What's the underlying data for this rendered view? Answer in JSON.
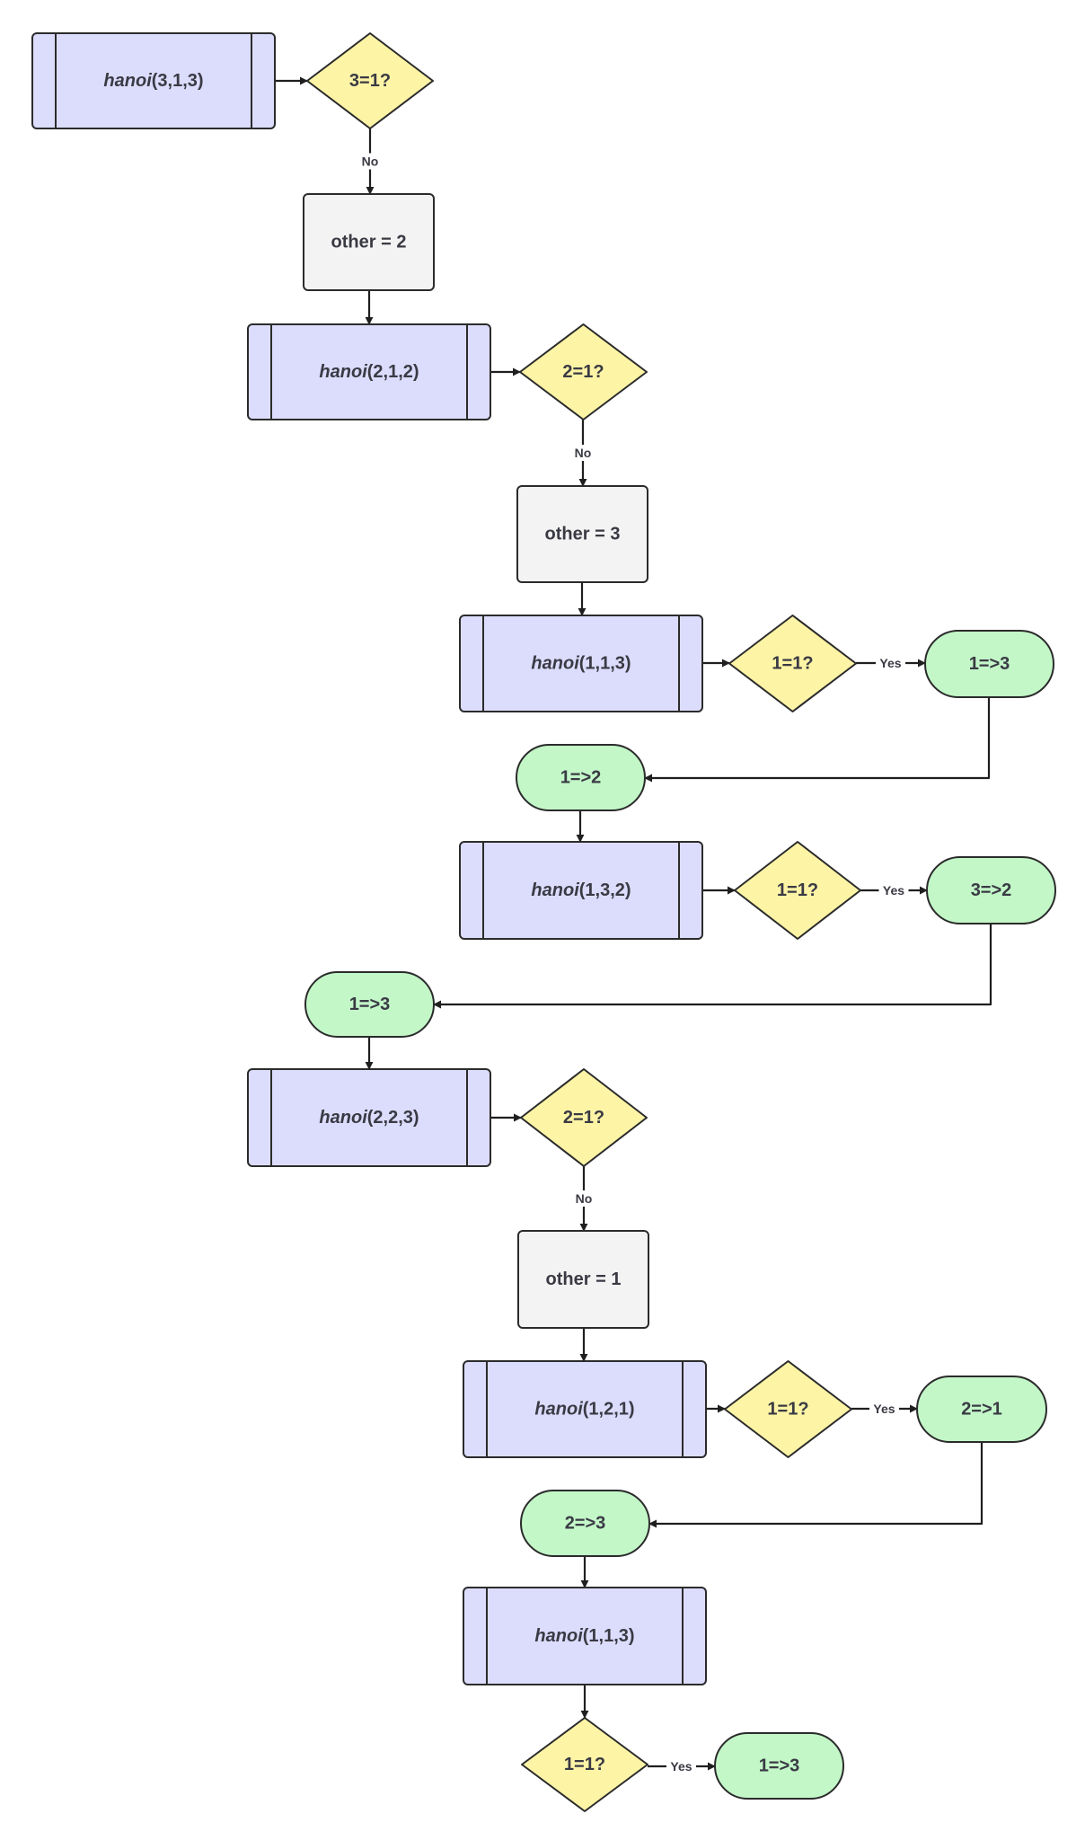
{
  "colors": {
    "process_fill": "#dcdcfd",
    "decision_fill": "#fdf4a6",
    "terminal_fill": "#c3f7c8",
    "assign_fill": "#f3f3f3",
    "stroke": "#2b2b2b",
    "text": "#3a3a44"
  },
  "nodes": [
    {
      "id": "h1",
      "shape": "process",
      "label": {
        "name": "hanoi",
        "args": "(3,1,3)"
      }
    },
    {
      "id": "d1",
      "shape": "decision",
      "label": "3=1?"
    },
    {
      "id": "o1",
      "shape": "assign",
      "label": "other = 2"
    },
    {
      "id": "h2",
      "shape": "process",
      "label": {
        "name": "hanoi",
        "args": "(2,1,2)"
      }
    },
    {
      "id": "d2",
      "shape": "decision",
      "label": "2=1?"
    },
    {
      "id": "o2",
      "shape": "assign",
      "label": "other = 3"
    },
    {
      "id": "h3",
      "shape": "process",
      "label": {
        "name": "hanoi",
        "args": "(1,1,3)"
      }
    },
    {
      "id": "d3",
      "shape": "decision",
      "label": "1=1?"
    },
    {
      "id": "t1",
      "shape": "terminal",
      "label": "1=>3"
    },
    {
      "id": "t2",
      "shape": "terminal",
      "label": "1=>2"
    },
    {
      "id": "h4",
      "shape": "process",
      "label": {
        "name": "hanoi",
        "args": "(1,3,2)"
      }
    },
    {
      "id": "d4",
      "shape": "decision",
      "label": "1=1?"
    },
    {
      "id": "t3",
      "shape": "terminal",
      "label": "3=>2"
    },
    {
      "id": "t4",
      "shape": "terminal",
      "label": "1=>3"
    },
    {
      "id": "h5",
      "shape": "process",
      "label": {
        "name": "hanoi",
        "args": "(2,2,3)"
      }
    },
    {
      "id": "d5",
      "shape": "decision",
      "label": "2=1?"
    },
    {
      "id": "o3",
      "shape": "assign",
      "label": "other = 1"
    },
    {
      "id": "h6",
      "shape": "process",
      "label": {
        "name": "hanoi",
        "args": "(1,2,1)"
      }
    },
    {
      "id": "d6",
      "shape": "decision",
      "label": "1=1?"
    },
    {
      "id": "t5",
      "shape": "terminal",
      "label": "2=>1"
    },
    {
      "id": "t6",
      "shape": "terminal",
      "label": "2=>3"
    },
    {
      "id": "h7",
      "shape": "process",
      "label": {
        "name": "hanoi",
        "args": "(1,1,3)"
      }
    },
    {
      "id": "d7",
      "shape": "decision",
      "label": "1=1?"
    },
    {
      "id": "t7",
      "shape": "terminal",
      "label": "1=>3"
    }
  ],
  "edges": [
    {
      "from": "h1",
      "to": "d1",
      "label": ""
    },
    {
      "from": "d1",
      "to": "o1",
      "label": "No"
    },
    {
      "from": "o1",
      "to": "h2",
      "label": ""
    },
    {
      "from": "h2",
      "to": "d2",
      "label": ""
    },
    {
      "from": "d2",
      "to": "o2",
      "label": "No"
    },
    {
      "from": "o2",
      "to": "h3",
      "label": ""
    },
    {
      "from": "h3",
      "to": "d3",
      "label": ""
    },
    {
      "from": "d3",
      "to": "t1",
      "label": "Yes"
    },
    {
      "from": "t1",
      "to": "t2",
      "label": ""
    },
    {
      "from": "t2",
      "to": "h4",
      "label": ""
    },
    {
      "from": "h4",
      "to": "d4",
      "label": ""
    },
    {
      "from": "d4",
      "to": "t3",
      "label": "Yes"
    },
    {
      "from": "t3",
      "to": "t4",
      "label": ""
    },
    {
      "from": "t4",
      "to": "h5",
      "label": ""
    },
    {
      "from": "h5",
      "to": "d5",
      "label": ""
    },
    {
      "from": "d5",
      "to": "o3",
      "label": "No"
    },
    {
      "from": "o3",
      "to": "h6",
      "label": ""
    },
    {
      "from": "h6",
      "to": "d6",
      "label": ""
    },
    {
      "from": "d6",
      "to": "t5",
      "label": "Yes"
    },
    {
      "from": "t5",
      "to": "t6",
      "label": ""
    },
    {
      "from": "t6",
      "to": "h7",
      "label": ""
    },
    {
      "from": "h7",
      "to": "d7",
      "label": ""
    },
    {
      "from": "d7",
      "to": "t7",
      "label": "Yes"
    }
  ]
}
